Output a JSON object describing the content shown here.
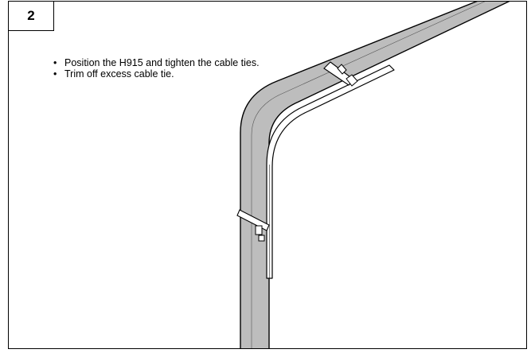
{
  "step": {
    "number": "2"
  },
  "instructions": [
    "Position the H915 and tighten the cable ties.",
    "Trim off excess cable tie."
  ],
  "illustration": {
    "colors": {
      "tube": "#bdbdbd",
      "line": "#000000",
      "bracket": "#ffffff"
    }
  }
}
